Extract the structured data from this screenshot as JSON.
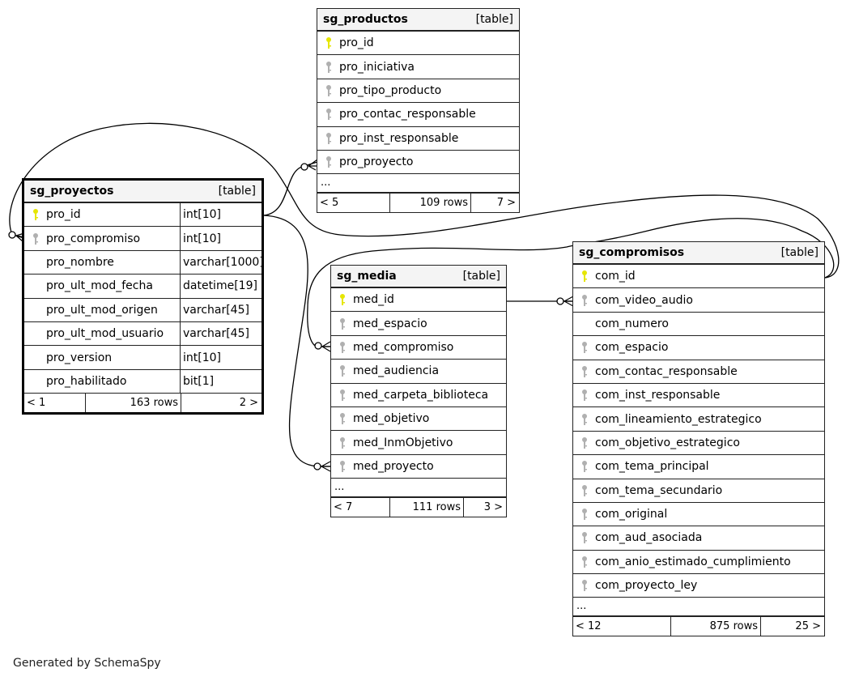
{
  "footer": "Generated by SchemaSpy",
  "colors": {
    "pk_key": "#e6e600",
    "fk_key": "#b0b0b0",
    "header_bg": "#f4f4f4",
    "line": "#000000"
  },
  "tables": {
    "sg_productos": {
      "name": "sg_productos",
      "kind": "[table]",
      "columns": [
        {
          "name": "pro_id",
          "key": "pk"
        },
        {
          "name": "pro_iniciativa",
          "key": "fk"
        },
        {
          "name": "pro_tipo_producto",
          "key": "fk"
        },
        {
          "name": "pro_contac_responsable",
          "key": "fk"
        },
        {
          "name": "pro_inst_responsable",
          "key": "fk"
        },
        {
          "name": "pro_proyecto",
          "key": "fk"
        }
      ],
      "more": "...",
      "parents": "< 5",
      "rows": "109 rows",
      "children": "7 >"
    },
    "sg_proyectos": {
      "name": "sg_proyectos",
      "kind": "[table]",
      "columns": [
        {
          "name": "pro_id",
          "type": "int[10]",
          "key": "pk"
        },
        {
          "name": "pro_compromiso",
          "type": "int[10]",
          "key": "fk"
        },
        {
          "name": "pro_nombre",
          "type": "varchar[1000]",
          "key": ""
        },
        {
          "name": "pro_ult_mod_fecha",
          "type": "datetime[19]",
          "key": ""
        },
        {
          "name": "pro_ult_mod_origen",
          "type": "varchar[45]",
          "key": ""
        },
        {
          "name": "pro_ult_mod_usuario",
          "type": "varchar[45]",
          "key": ""
        },
        {
          "name": "pro_version",
          "type": "int[10]",
          "key": ""
        },
        {
          "name": "pro_habilitado",
          "type": "bit[1]",
          "key": ""
        }
      ],
      "parents": "< 1",
      "rows": "163 rows",
      "children": "2 >"
    },
    "sg_media": {
      "name": "sg_media",
      "kind": "[table]",
      "columns": [
        {
          "name": "med_id",
          "key": "pk"
        },
        {
          "name": "med_espacio",
          "key": "fk"
        },
        {
          "name": "med_compromiso",
          "key": "fk"
        },
        {
          "name": "med_audiencia",
          "key": "fk"
        },
        {
          "name": "med_carpeta_biblioteca",
          "key": "fk"
        },
        {
          "name": "med_objetivo",
          "key": "fk"
        },
        {
          "name": "med_InmObjetivo",
          "key": "fk"
        },
        {
          "name": "med_proyecto",
          "key": "fk"
        }
      ],
      "more": "...",
      "parents": "< 7",
      "rows": "111 rows",
      "children": "3 >"
    },
    "sg_compromisos": {
      "name": "sg_compromisos",
      "kind": "[table]",
      "columns": [
        {
          "name": "com_id",
          "key": "pk"
        },
        {
          "name": "com_video_audio",
          "key": "fk"
        },
        {
          "name": "com_numero",
          "key": ""
        },
        {
          "name": "com_espacio",
          "key": "fk"
        },
        {
          "name": "com_contac_responsable",
          "key": "fk"
        },
        {
          "name": "com_inst_responsable",
          "key": "fk"
        },
        {
          "name": "com_lineamiento_estrategico",
          "key": "fk"
        },
        {
          "name": "com_objetivo_estrategico",
          "key": "fk"
        },
        {
          "name": "com_tema_principal",
          "key": "fk"
        },
        {
          "name": "com_tema_secundario",
          "key": "fk"
        },
        {
          "name": "com_original",
          "key": "fk"
        },
        {
          "name": "com_aud_asociada",
          "key": "fk"
        },
        {
          "name": "com_anio_estimado_cumplimiento",
          "key": "fk"
        },
        {
          "name": "com_proyecto_ley",
          "key": "fk"
        }
      ],
      "more": "...",
      "parents": "< 12",
      "rows": "875 rows",
      "children": "25 >"
    }
  },
  "relationships": [
    {
      "from": "sg_proyectos.pro_id",
      "to": "sg_productos.pro_proyecto"
    },
    {
      "from": "sg_proyectos.pro_id",
      "to": "sg_media.med_proyecto"
    },
    {
      "from": "sg_compromisos.com_id",
      "to": "sg_proyectos.pro_compromiso"
    },
    {
      "from": "sg_compromisos.com_id",
      "to": "sg_media.med_compromiso"
    },
    {
      "from": "sg_media.med_id",
      "to": "sg_compromisos.com_video_audio"
    }
  ]
}
